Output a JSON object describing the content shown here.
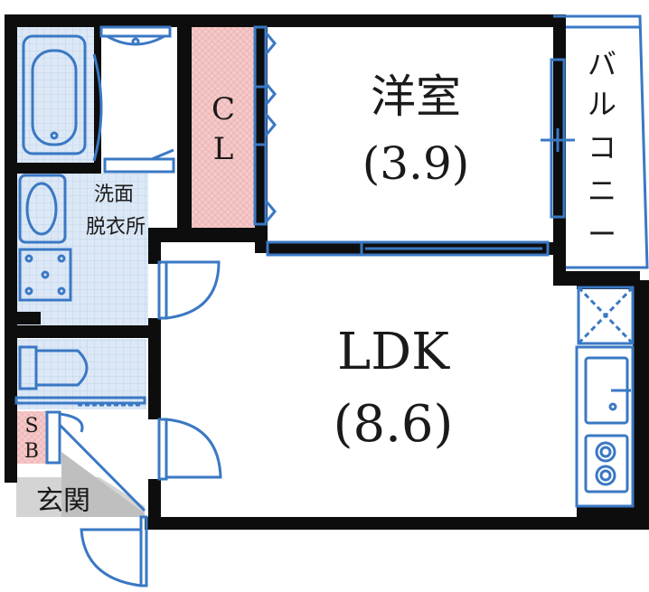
{
  "rooms": {
    "western_room": {
      "name": "洋室",
      "size": "(3.9)"
    },
    "ldk": {
      "name": "LDK",
      "size": "(8.6)"
    },
    "closet": {
      "line1": "C",
      "line2": "L"
    },
    "washroom": {
      "line1": "洗面",
      "line2": "脱衣所"
    },
    "shoe_box": {
      "line1": "S",
      "line2": "B"
    },
    "entrance": {
      "name": "玄関"
    },
    "balcony": {
      "chars": [
        "バ",
        "ル",
        "コ",
        "ニ",
        "ー"
      ]
    }
  },
  "colors": {
    "wall": "#0d0d0d",
    "fixture_line": "#3a78c4",
    "wet_floor": "#dce8f6",
    "closet_fill": "#f5c9c9",
    "entrance_fill": "#d4d4d4",
    "background": "#ffffff"
  }
}
